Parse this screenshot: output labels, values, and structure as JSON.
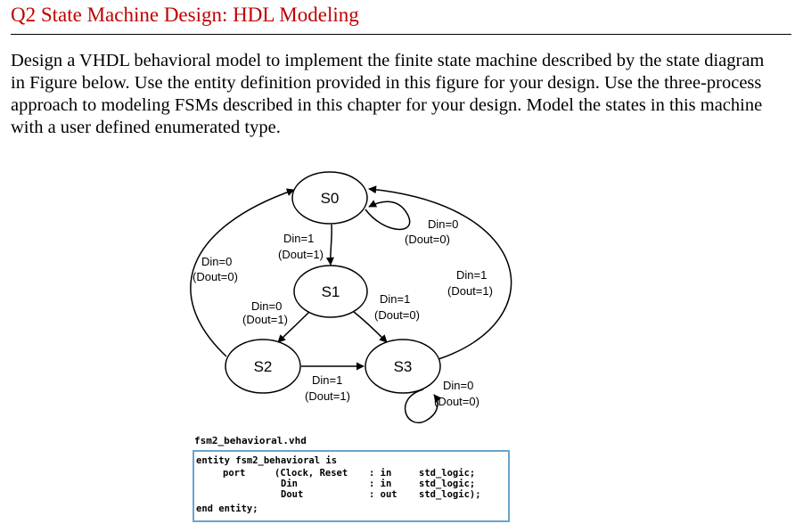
{
  "title": "Q2 State Machine Design: HDL Modeling",
  "problem_text": "Design a VHDL behavioral model to implement the finite state machine described by the state diagram in Figure below.  Use the entity definition provided in this figure for your design. Use the three-process approach to modeling FSMs described in this chapter for your design. Model the states in this machine with a user defined enumerated type.",
  "diagram": {
    "states": [
      "S0",
      "S1",
      "S2",
      "S3"
    ],
    "transitions": [
      {
        "from": "S0",
        "to": "S0",
        "din": "Din=0",
        "dout": "(Dout=0)"
      },
      {
        "from": "S0",
        "to": "S1",
        "din": "Din=1",
        "dout": "(Dout=1)"
      },
      {
        "from": "S1",
        "to": "S2",
        "din": "Din=0",
        "dout": "(Dout=1)"
      },
      {
        "from": "S1",
        "to": "S3",
        "din": "Din=1",
        "dout": "(Dout=0)"
      },
      {
        "from": "S2",
        "to": "S3",
        "din": "Din=1",
        "dout": "(Dout=1)"
      },
      {
        "from": "S2",
        "to": "S0",
        "din": "Din=0",
        "dout": "(Dout=0)"
      },
      {
        "from": "S3",
        "to": "S0",
        "din": "Din=1",
        "dout": "(Dout=1)"
      },
      {
        "from": "S3",
        "to": "S3",
        "din": "Din=0",
        "dout": "(Dout=0)"
      }
    ]
  },
  "code": {
    "filename": "fsm2_behavioral.vhd",
    "entity_line": "entity fsm2_behavioral is",
    "port_keyword": "port",
    "ports": [
      {
        "name": "(Clock, Reset",
        "dir": ": in",
        "type": "std_logic;"
      },
      {
        "name": "Din",
        "dir": ": in",
        "type": "std_logic;"
      },
      {
        "name": "Dout",
        "dir": ": out",
        "type": "std_logic);"
      }
    ],
    "end_line": "end entity;"
  }
}
